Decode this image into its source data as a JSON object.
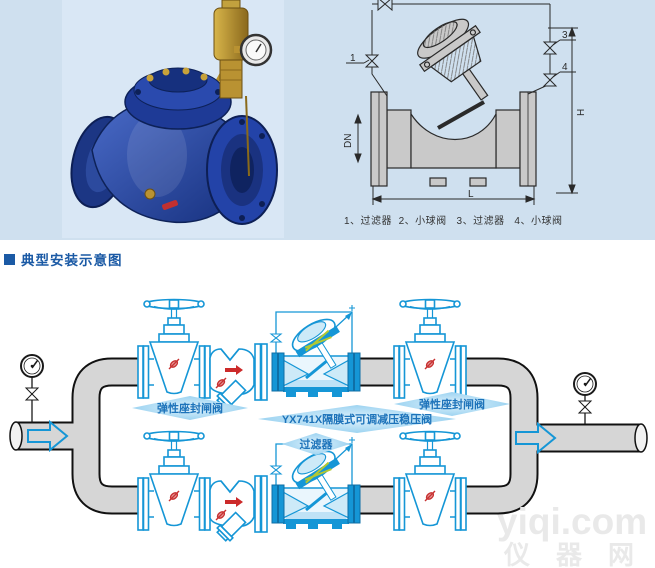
{
  "drawing": {
    "caption": "1、过滤器  2、小球阀   3、过滤器   4、小球阀",
    "label_1": "1",
    "label_3": "3",
    "label_4": "4",
    "dim_dn": "DN",
    "dim_h": "H",
    "dim_l": "L"
  },
  "section": {
    "heading": "典型安装示意图"
  },
  "schematic": {
    "callout_gate_valve_left": "弹性座封闸阀",
    "callout_prv": "YX741X隔膜式可调减压稳压阀",
    "callout_gate_valve_right": "弹性座封闸阀",
    "callout_strainer": "过滤器"
  },
  "watermark": {
    "line1": "yiqi.com",
    "line2": "仪器网"
  },
  "colors": {
    "top_background": "#cfe0ef",
    "heading_blue": "#1b5aa5",
    "schematic_blue": "#1596d6",
    "schematic_light_blue": "#cdeaf8",
    "pipe_gray": "#d6d6d6",
    "red_mark": "#cc2a2a",
    "watermark_gray": "#e9e9e9",
    "drawing_gray": "#c9c9c9"
  }
}
